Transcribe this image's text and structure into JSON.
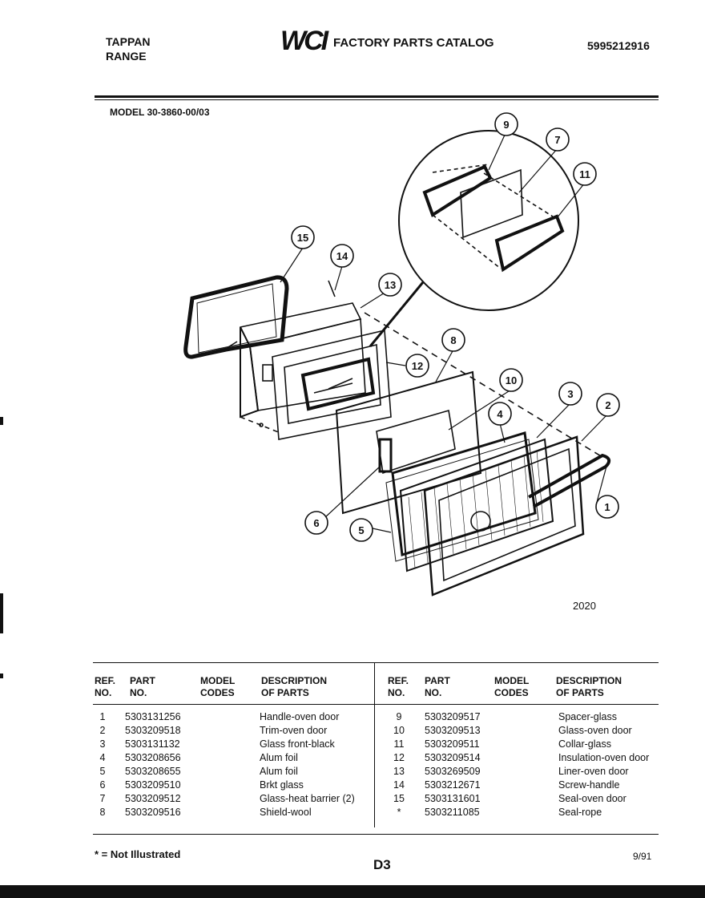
{
  "header": {
    "brand_line1": "TAPPAN",
    "brand_line2": "RANGE",
    "logo_text": "WCI",
    "catalog_title": "FACTORY PARTS CATALOG",
    "catalog_number": "5995212916",
    "model": "MODEL 30-3860-00/03"
  },
  "diagram": {
    "figure_number": "2020",
    "callouts": [
      "1",
      "2",
      "3",
      "4",
      "5",
      "6",
      "7",
      "8",
      "9",
      "10",
      "11",
      "12",
      "13",
      "14",
      "15"
    ]
  },
  "table": {
    "headers": {
      "ref_line1": "REF.",
      "ref_line2": "NO.",
      "part_line1": "PART",
      "part_line2": "NO.",
      "model_line1": "MODEL",
      "model_line2": "CODES",
      "desc_line1": "DESCRIPTION",
      "desc_line2": "OF PARTS"
    },
    "left_rows": [
      {
        "ref": "1",
        "part": "5303131256",
        "desc": "Handle-oven door"
      },
      {
        "ref": "2",
        "part": "5303209518",
        "desc": "Trim-oven door"
      },
      {
        "ref": "3",
        "part": "5303131132",
        "desc": "Glass front-black"
      },
      {
        "ref": "4",
        "part": "5303208656",
        "desc": "Alum foil"
      },
      {
        "ref": "5",
        "part": "5303208655",
        "desc": "Alum foil"
      },
      {
        "ref": "6",
        "part": "5303209510",
        "desc": "Brkt glass"
      },
      {
        "ref": "7",
        "part": "5303209512",
        "desc": "Glass-heat barrier (2)"
      },
      {
        "ref": "8",
        "part": "5303209516",
        "desc": "Shield-wool"
      }
    ],
    "right_rows": [
      {
        "ref": "9",
        "part": "5303209517",
        "desc": "Spacer-glass"
      },
      {
        "ref": "10",
        "part": "5303209513",
        "desc": "Glass-oven door"
      },
      {
        "ref": "11",
        "part": "5303209511",
        "desc": "Collar-glass"
      },
      {
        "ref": "12",
        "part": "5303209514",
        "desc": "Insulation-oven door"
      },
      {
        "ref": "13",
        "part": "5303269509",
        "desc": "Liner-oven door"
      },
      {
        "ref": "14",
        "part": "5303212671",
        "desc": "Screw-handle"
      },
      {
        "ref": "15",
        "part": "5303131601",
        "desc": "Seal-oven door"
      },
      {
        "ref": "*",
        "part": "5303211085",
        "desc": "Seal-rope"
      }
    ]
  },
  "footer": {
    "note": "* = Not Illustrated",
    "page": "D3",
    "date": "9/91"
  }
}
